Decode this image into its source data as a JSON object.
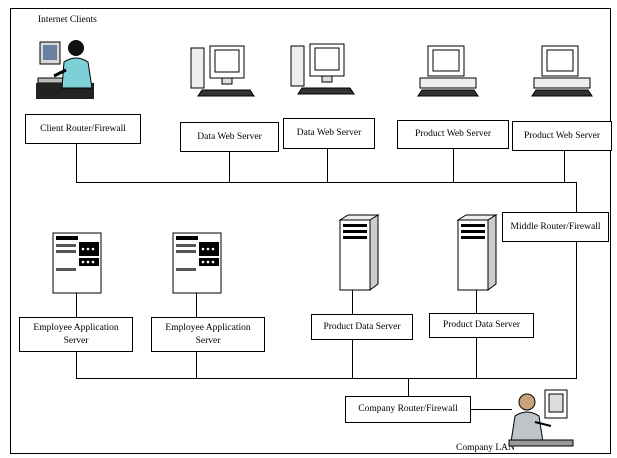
{
  "diagram": {
    "internet_clients_label": "Internet Clients",
    "company_lan_label": "Company LAN",
    "boxes": {
      "client_router": "Client Router/Firewall",
      "data_web_1": "Data Web Server",
      "data_web_2": "Data Web Server",
      "product_web_1": "Product Web Server",
      "product_web_2": "Product Web Server",
      "middle_router": "Middle Router/Firewall",
      "emp_app_1": "Employee Application Server",
      "emp_app_2": "Employee Application Server",
      "product_data_1": "Product Data Server",
      "product_data_2": "Product Data Server",
      "company_router": "Company Router/Firewall"
    },
    "icons": [
      "person-at-computer-icon",
      "desktop-computer-icon",
      "tower-server-icon",
      "rack-server-icon",
      "person-at-desk-icon"
    ]
  }
}
